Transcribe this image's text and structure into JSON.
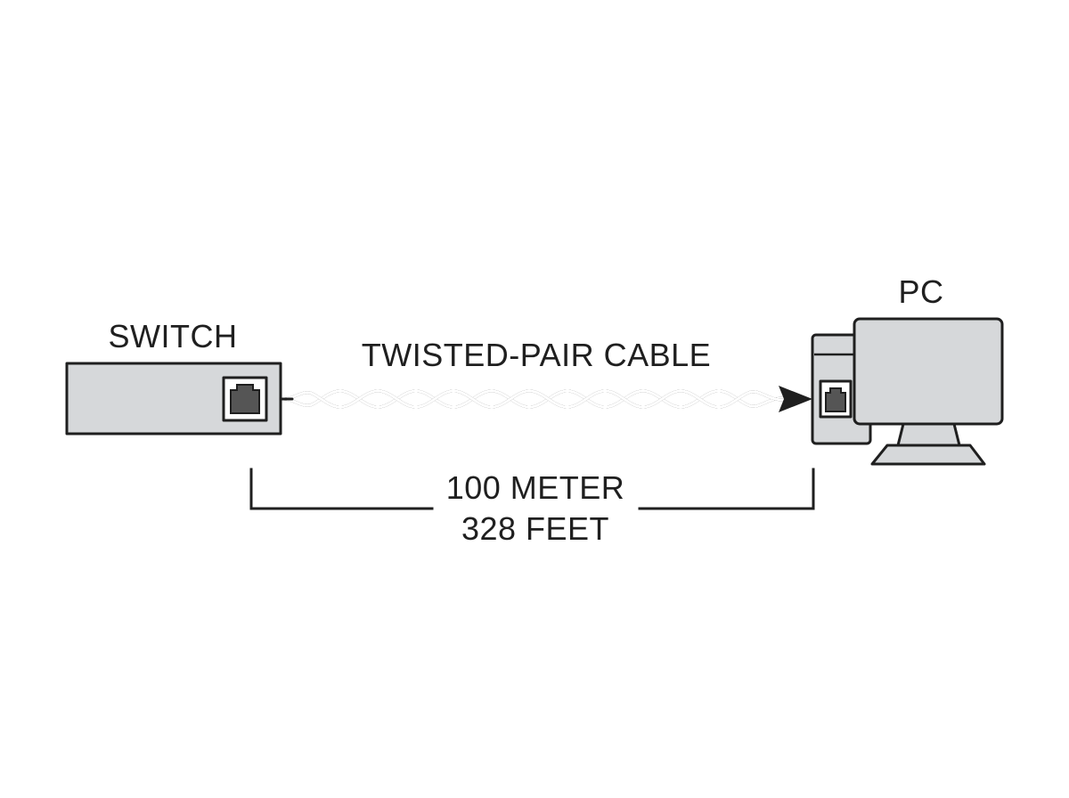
{
  "labels": {
    "switch": "SWITCH",
    "pc": "PC",
    "cable": "TWISTED-PAIR CABLE",
    "distance_meters": "100 METER",
    "distance_feet": "328 FEET"
  },
  "colors": {
    "device_fill": "#d6d8da",
    "port_fill": "#555555",
    "stroke": "#1f1f1f",
    "background": "#ffffff"
  },
  "icons": {
    "switch": "network-switch-icon",
    "pc": "desktop-computer-icon",
    "port": "rj45-port-icon",
    "arrow": "arrowhead-icon"
  }
}
